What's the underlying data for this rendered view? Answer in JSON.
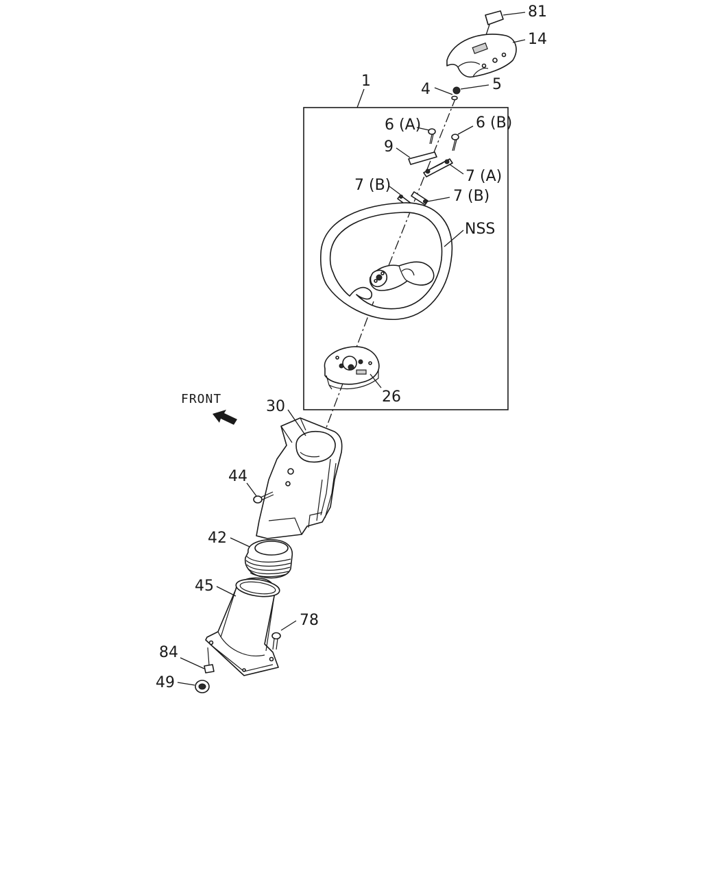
{
  "diagram": {
    "callouts": {
      "p81": "81",
      "p14": "14",
      "p1": "1",
      "p4": "4",
      "p5": "5",
      "p6a": "6 (A)",
      "p6b": "6 (B)",
      "p9": "9",
      "p7a": "7 (A)",
      "p7b_left": "7 (B)",
      "p7b_right": "7 (B)",
      "nss": "NSS",
      "p26": "26",
      "front": "FRONT",
      "p30": "30",
      "p44": "44",
      "p42": "42",
      "p45": "45",
      "p78": "78",
      "p84": "84",
      "p49": "49"
    }
  }
}
